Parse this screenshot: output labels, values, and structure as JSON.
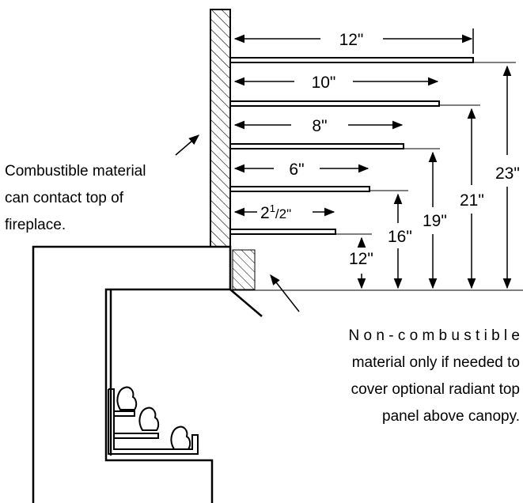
{
  "diagram": {
    "widths": [
      {
        "label": "12\""
      },
      {
        "label": "10\""
      },
      {
        "label": "8\""
      },
      {
        "label": "6\""
      },
      {
        "label_main": "2",
        "label_sup": "1",
        "label_rest": "/2\""
      }
    ],
    "heights": [
      {
        "label": "23\""
      },
      {
        "label": "21\""
      },
      {
        "label": "19\""
      },
      {
        "label": "16\""
      },
      {
        "label": "12\""
      }
    ],
    "notes": {
      "combustible": [
        "Combustible material",
        "can contact top of",
        "fireplace."
      ],
      "noncombustible": [
        "N o n - c o m b u s t i b l e",
        "material only if needed to",
        "cover optional radiant top",
        "panel above canopy."
      ]
    }
  }
}
